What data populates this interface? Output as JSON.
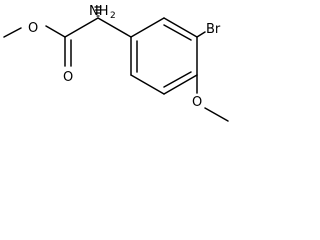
{
  "molecule": {
    "atom_labels": {
      "amine": "NH",
      "amine_subscript": "2",
      "bromo": "Br",
      "ester_oxygen": "O",
      "carbonyl_oxygen": "O",
      "methoxy_oxygen": "O"
    },
    "stereo_bond": "hashed-wedge",
    "colors": {
      "bond": "#000000",
      "text": "#000000",
      "background": "#ffffff"
    }
  }
}
